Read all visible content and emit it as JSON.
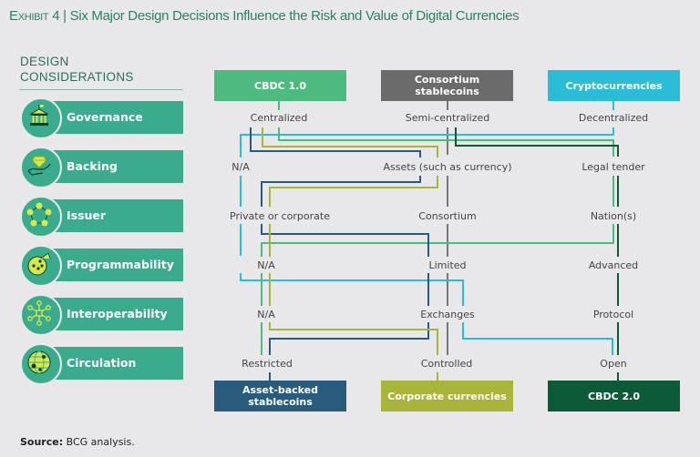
{
  "title": {
    "exhibit": "Exhibit 4",
    "separator": "|",
    "text": "Six Major Design Decisions Influence the Risk and Value of Digital Currencies"
  },
  "design_considerations": {
    "heading_line1": "DESIGN",
    "heading_line2": "CONSIDERATIONS",
    "items": [
      {
        "label": "Governance",
        "icon": "government-building-icon"
      },
      {
        "label": "Backing",
        "icon": "hand-diamond-icon"
      },
      {
        "label": "Issuer",
        "icon": "network-nodes-icon"
      },
      {
        "label": "Programmability",
        "icon": "code-chip-icon"
      },
      {
        "label": "Interoperability",
        "icon": "hub-connections-icon"
      },
      {
        "label": "Circulation",
        "icon": "globe-icon"
      }
    ]
  },
  "top_types": [
    {
      "label": "CBDC 1.0",
      "color": "#4dbb7f"
    },
    {
      "label": "Consortium stablecoins",
      "color": "#6b6b6b"
    },
    {
      "label": "Cryptocurrencies",
      "color": "#2bbcd8"
    }
  ],
  "bottom_types": [
    {
      "label": "Asset-backed stablecoins",
      "color": "#295b7d"
    },
    {
      "label": "Corporate currencies",
      "color": "#a8b43a"
    },
    {
      "label": "CBDC 2.0",
      "color": "#0d5a36"
    }
  ],
  "options": {
    "governance": [
      "Centralized",
      "Semi-centralized",
      "Decentralized"
    ],
    "backing": [
      "N/A",
      "Assets (such as currency)",
      "Legal tender"
    ],
    "issuer": [
      "Private or corporate",
      "Consortium",
      "Nation(s)"
    ],
    "programmability": [
      "N/A",
      "Limited",
      "Advanced"
    ],
    "interoperability": [
      "N/A",
      "Exchanges",
      "Protocol"
    ],
    "circulation": [
      "Restricted",
      "Controlled",
      "Open"
    ]
  },
  "paths": [
    {
      "name": "cbdc-1-path",
      "color": "#4dbb7f",
      "route": [
        "Centralized",
        "Legal tender",
        "Nation(s)",
        "N/A",
        "N/A",
        "Restricted"
      ]
    },
    {
      "name": "consortium-path",
      "color": "#777777",
      "route": [
        "Semi-centralized",
        "Assets (such as currency)",
        "Consortium",
        "Limited",
        "Exchanges",
        "Controlled"
      ]
    },
    {
      "name": "crypto-path",
      "color": "#2bbcd8",
      "route": [
        "Decentralized",
        "N/A",
        "Private or corporate",
        "Exchanges",
        "Open"
      ]
    },
    {
      "name": "asset-backed-path",
      "color": "#295b7d",
      "route": [
        "Assets (such as currency)",
        "Private or corporate",
        "Limited",
        "Exchanges",
        "Restricted"
      ]
    },
    {
      "name": "corporate-path",
      "color": "#a8b43a",
      "route": [
        "Assets (such as currency)",
        "Private or corporate",
        "N/A",
        "N/A",
        "Controlled"
      ]
    },
    {
      "name": "cbdc-2-path",
      "color": "#0d5a36",
      "route": [
        "Semi-centralized",
        "Legal tender",
        "Nation(s)",
        "Advanced",
        "Protocol",
        "Open"
      ]
    }
  ],
  "source": {
    "label": "Source:",
    "text": "BCG analysis."
  }
}
